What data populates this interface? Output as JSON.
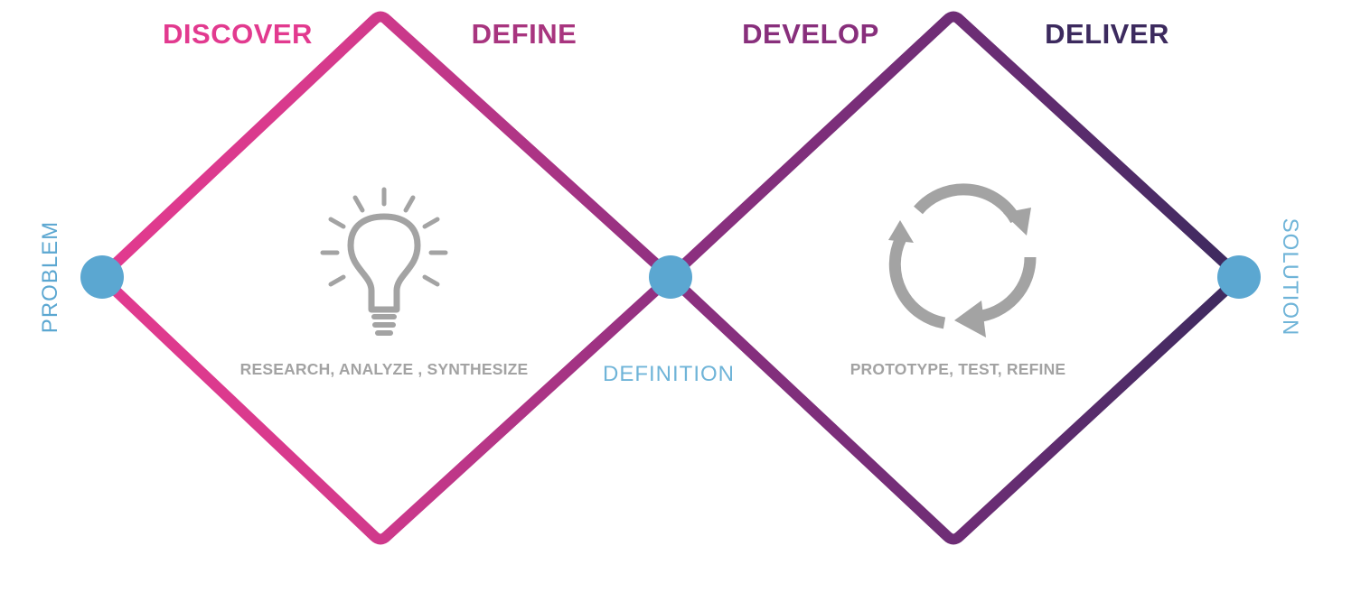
{
  "phases": {
    "discover": {
      "label": "DISCOVER",
      "color": "#e23a8f"
    },
    "define": {
      "label": "DEFINE",
      "color": "#a8357f"
    },
    "develop": {
      "label": "DEVELOP",
      "color": "#882f7c"
    },
    "deliver": {
      "label": "DELIVER",
      "color": "#3c2a5e"
    }
  },
  "activities": {
    "first_diamond": "RESEARCH, ANALYZE , SYNTHESIZE",
    "second_diamond": "PROTOTYPE, TEST, REFINE"
  },
  "milestones": {
    "start": "PROBLEM",
    "middle": "DEFINITION",
    "end": "SOLUTION"
  },
  "icons": {
    "first_diamond": "lightbulb-icon",
    "second_diamond": "cycle-arrows-icon"
  },
  "colors": {
    "node": "#5ba7d1",
    "icon_gray": "#a3a3a3",
    "diamond_gradient": [
      "#e23a8f",
      "#8e3080",
      "#3c2a5e"
    ]
  }
}
